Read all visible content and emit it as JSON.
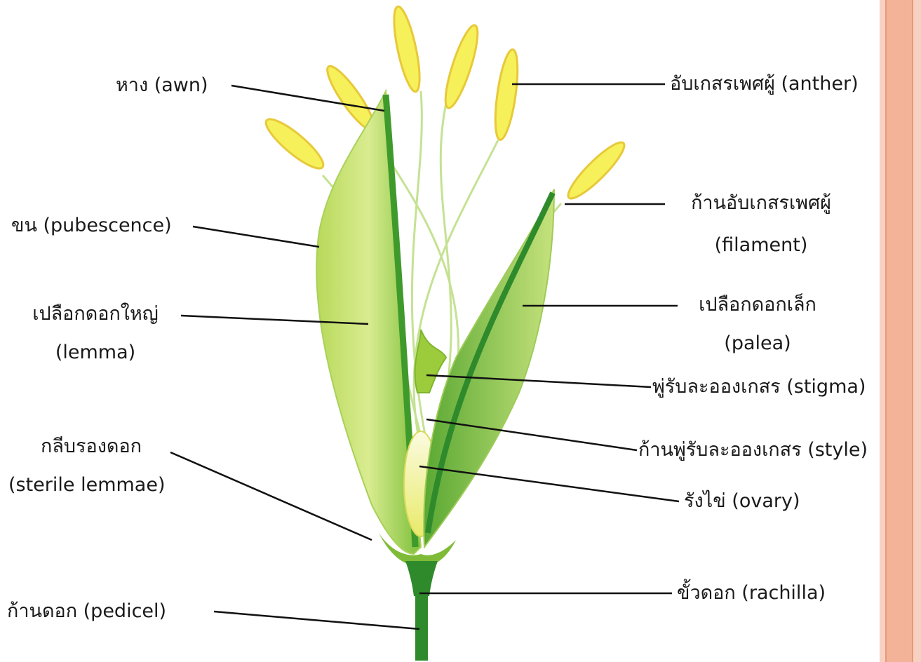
{
  "labels": {
    "awn": "หาง (awn)",
    "pubescence": "ขน (pubescence)",
    "lemma_th": "เปลือกดอกใหญ่",
    "lemma_en": "(lemma)",
    "sterile_th": "กลีบรองดอก",
    "sterile_en": "(sterile lemmae)",
    "pedicel": "ก้านดอก (pedicel)",
    "anther": "อับเกสรเพศผู้ (anther)",
    "filament_th": "ก้านอับเกสรเพศผู้",
    "filament_en": "(filament)",
    "palea_th": "เปลือกดอกเล็ก",
    "palea_en": "(palea)",
    "stigma": "พู่รับละอองเกสร (stigma)",
    "style": "ก้านพู่รับละอองเกสร (style)",
    "ovary": "รังไข่ (ovary)",
    "rachilla": "ขั้วดอก (rachilla)"
  },
  "colors": {
    "side_bar": "#f3b398",
    "side_bar_light": "#f7d2c2",
    "leaf_light": "#c9e27a",
    "leaf_dark": "#3f9a2c",
    "stem": "#2f8a2c",
    "anther": "#f6f05a",
    "filament": "#cfe6a0"
  }
}
